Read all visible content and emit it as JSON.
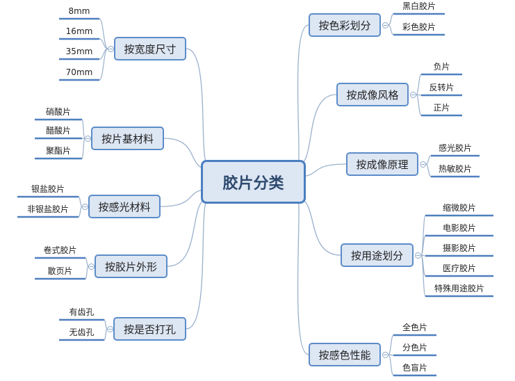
{
  "central": {
    "label": "胶片分类"
  },
  "colors": {
    "branch_border": "#5b8cc8",
    "branch_fill": "#dde6f3",
    "connector": "#9ab0cc",
    "leaf_line": "#4f7fbf"
  },
  "branches": [
    {
      "label": "按宽度尺寸",
      "side": "left",
      "leaves": [
        "8mm",
        "16mm",
        "35mm",
        "70mm"
      ]
    },
    {
      "label": "按片基材料",
      "side": "left",
      "leaves": [
        "硝酸片",
        "醋酸片",
        "聚酯片"
      ]
    },
    {
      "label": "按感光材料",
      "side": "left",
      "leaves": [
        "银盐胶片",
        "非银盐胶片"
      ]
    },
    {
      "label": "按胶片外形",
      "side": "left",
      "leaves": [
        "卷式胶片",
        "散页片"
      ]
    },
    {
      "label": "按是否打孔",
      "side": "left",
      "leaves": [
        "有齿孔",
        "无齿孔"
      ]
    },
    {
      "label": "按色彩划分",
      "side": "right",
      "leaves": [
        "黑白胶片",
        "彩色胶片"
      ]
    },
    {
      "label": "按成像风格",
      "side": "right",
      "leaves": [
        "负片",
        "反转片",
        "正片"
      ]
    },
    {
      "label": "按成像原理",
      "side": "right",
      "leaves": [
        "感光胶片",
        "热敏胶片"
      ]
    },
    {
      "label": "按用途划分",
      "side": "right",
      "leaves": [
        "缩微胶片",
        "电影胶片",
        "摄影胶片",
        "医疗胶片",
        "特殊用途胶片"
      ]
    },
    {
      "label": "按感色性能",
      "side": "right",
      "leaves": [
        "全色片",
        "分色片",
        "色盲片"
      ]
    }
  ]
}
